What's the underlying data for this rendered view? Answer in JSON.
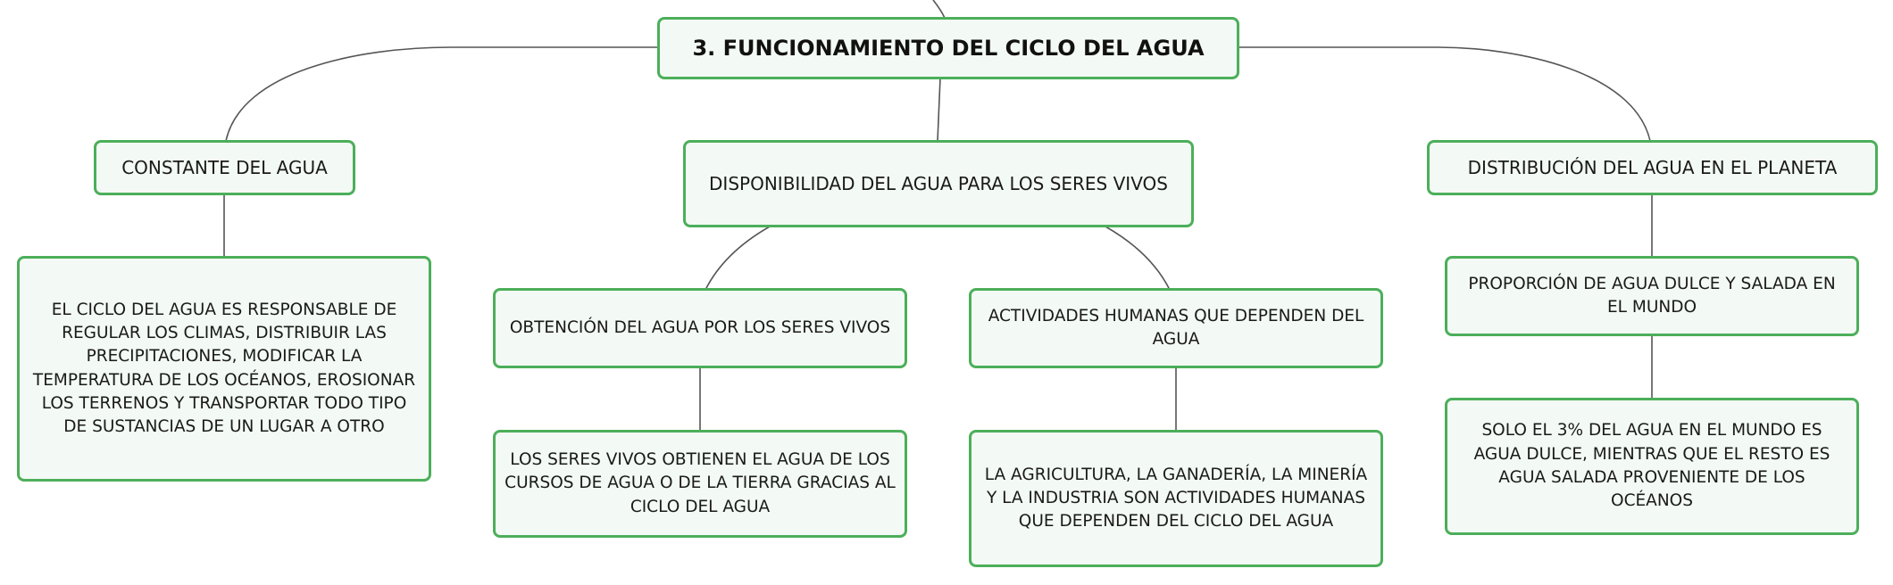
{
  "diagram": {
    "root": {
      "label": "3. FUNCIONAMIENTO DEL CICLO DEL AGUA"
    },
    "branches": [
      {
        "label": "CONSTANTE DEL AGUA",
        "children": [
          {
            "label": "EL CICLO DEL AGUA ES RESPONSABLE DE REGULAR LOS CLIMAS, DISTRIBUIR LAS PRECIPITACIONES, MODIFICAR LA TEMPERATURA DE LOS OCÉANOS, EROSIONAR LOS TERRENOS Y TRANSPORTAR TODO TIPO DE SUSTANCIAS DE UN LUGAR A OTRO"
          }
        ]
      },
      {
        "label": "DISPONIBILIDAD DEL AGUA PARA LOS SERES VIVOS",
        "children": [
          {
            "label": "OBTENCIÓN DEL AGUA POR LOS SERES VIVOS",
            "children": [
              {
                "label": "LOS SERES VIVOS OBTIENEN EL AGUA DE LOS CURSOS DE AGUA O DE LA TIERRA GRACIAS AL CICLO DEL AGUA"
              }
            ]
          },
          {
            "label": "ACTIVIDADES HUMANAS QUE DEPENDEN DEL AGUA",
            "children": [
              {
                "label": "LA AGRICULTURA, LA GANADERÍA, LA MINERÍA Y LA INDUSTRIA SON ACTIVIDADES HUMANAS QUE DEPENDEN DEL CICLO DEL AGUA"
              }
            ]
          }
        ]
      },
      {
        "label": "DISTRIBUCIÓN DEL AGUA EN EL PLANETA",
        "children": [
          {
            "label": "PROPORCIÓN DE AGUA DULCE Y SALADA EN EL MUNDO",
            "children": [
              {
                "label": "SOLO EL 3% DEL AGUA EN EL MUNDO ES AGUA DULCE, MIENTRAS QUE EL RESTO ES AGUA SALADA PROVENIENTE DE LOS OCÉANOS"
              }
            ]
          }
        ]
      }
    ]
  },
  "colors": {
    "node_border": "#4caf5a",
    "node_fill": "#f3f9f4",
    "connector": "#555555"
  }
}
